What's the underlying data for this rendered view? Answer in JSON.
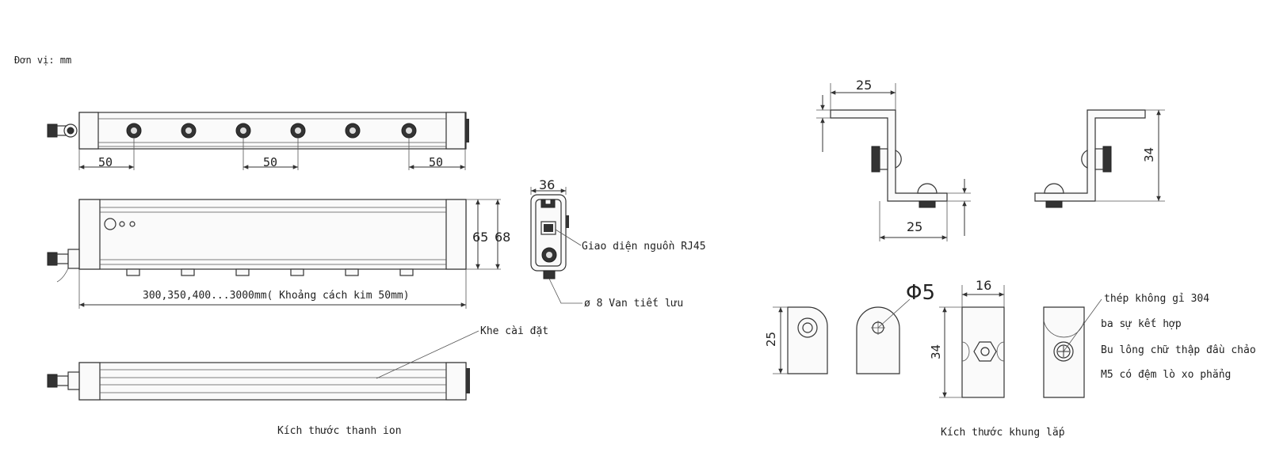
{
  "unit_label": "Đơn vị: mm",
  "bar": {
    "dims_top": [
      "50",
      "50",
      "50"
    ],
    "dim_65": "65",
    "dim_68": "68",
    "dim_36": "36",
    "length_label": "300,350,400...3000mm( Khoảng cách kim 50mm)",
    "rj45_label": "Giao diện nguồn RJ45",
    "valve_label": "ø 8 Van tiết lưu",
    "slot_label": "Khe cài đặt",
    "caption": "Kích thước thanh ion"
  },
  "bracket": {
    "dim_25_top": "25",
    "dim_25_bottom": "25",
    "dim_34_side": "34",
    "phi5": "Φ5",
    "dim_16": "16",
    "dim_25_small": "25",
    "dim_34_small": "34",
    "note_1": "thép không gỉ 304",
    "note_2": "ba sự kết hợp",
    "note_3": "Bu lông chữ thập đầu chảo",
    "note_4": "M5 có đệm lò xo phẳng",
    "caption": "Kích thước khung lắp"
  }
}
